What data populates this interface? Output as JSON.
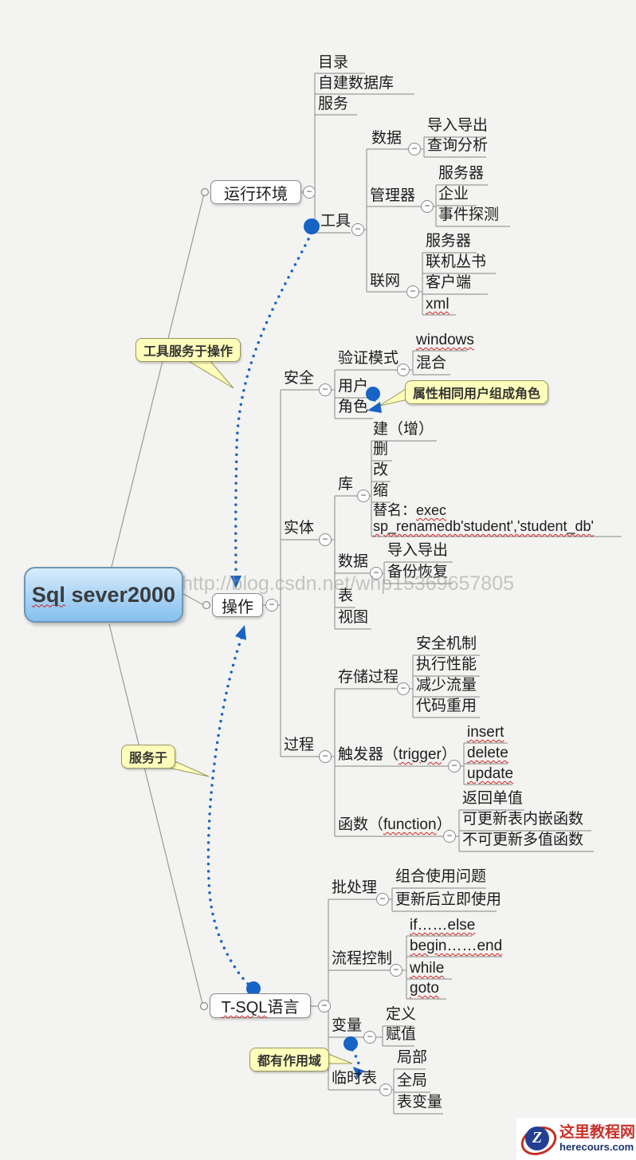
{
  "watermark": "http://blog.csdn.net/whp15369657805",
  "icons": {
    "minus": "−"
  },
  "root": {
    "wavy": "Sql",
    "rest": " sever2000"
  },
  "branches": {
    "env": {
      "label": "运行环境"
    },
    "op": {
      "label": "操作"
    },
    "tsql": {
      "wavy": "T-SQL",
      "rest": "语言"
    }
  },
  "nodes": {
    "mulu": "目录",
    "zijian": "自建数据库",
    "fuwu": "服务",
    "gongju": "工具",
    "shuju1": "数据",
    "daoru1": "导入导出",
    "chaxun": "查询分析",
    "guanliqi": "管理器",
    "fuwuqi1": "服务器",
    "qiye": "企业",
    "shijian": "事件探测",
    "lianwang": "联网",
    "fuwuqi2": "服务器",
    "lianji": "联机丛书",
    "kehuduan": "客户端",
    "xml": "xml",
    "anquan": "安全",
    "yanzheng": "验证模式",
    "windows": "windows",
    "hunhe": "混合",
    "yonghu": "用户",
    "juese": "角色",
    "shiti": "实体",
    "ku": "库",
    "jian": "建（增）",
    "shan": "删",
    "gai": "改",
    "suo": "缩",
    "shuju2": "数据",
    "daoru2": "导入导出",
    "beifen": "备份恢复",
    "biao": "表",
    "shitu": "视图",
    "guocheng": "过程",
    "cunchu": "存储过程",
    "anquanjizhi": "安全机制",
    "zhixing": "执行性能",
    "jianshao": "减少流量",
    "daima": "代码重用",
    "insert": "insert",
    "deleteop": "delete",
    "updateop": "update",
    "fanhui": "返回单值",
    "kegengxin": "可更新表内嵌函数",
    "bukegengxin": "不可更新多值函数",
    "pichuli": "批处理",
    "zuhe": "组合使用问题",
    "gengxin": "更新后立即使用",
    "liucheng": "流程控制",
    "ifelse": "if……else",
    "beginend": "begin……end",
    "whilek": "while",
    "gotok": "goto",
    "bianliang": "变量",
    "dingyi": "定义",
    "fuzhi": "赋值",
    "linshibiao": "临时表",
    "jubu": "局部",
    "quanju": "全局",
    "biaobianliang": "表变量"
  },
  "composite": {
    "trigger": {
      "pre": "触发器（",
      "wavy": "trigger",
      "post": "）"
    },
    "function": {
      "pre": "函数（",
      "wavy": "function",
      "post": "）"
    },
    "rename": {
      "pre": "替名：",
      "wavy1": "exec",
      "wavy2": "sp_renamedb'student','student_db'"
    }
  },
  "callouts": {
    "tools_serve": "工具服务于操作",
    "serve": "服务于",
    "role_note": "属性相同用户组成角色",
    "scope_note": "都有作用域"
  },
  "logo": {
    "letter": "Z",
    "name": "这里教程网",
    "domain": "herecours.com"
  },
  "colors": {
    "relationship_blue": "#1763c6",
    "callout_bg": "#ffffbb",
    "root_fill": "#a8d2f4",
    "line_gray": "#9a9a9a"
  }
}
